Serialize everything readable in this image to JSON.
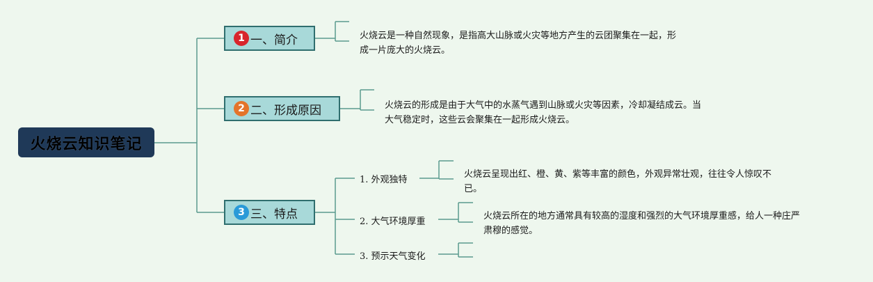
{
  "root": {
    "title": "火烧云知识笔记"
  },
  "branches": [
    {
      "number": "1",
      "label": "一、简介",
      "color": "#d8252c",
      "description": [
        "火烧云是一种自然现象，是指高大山脉或火灾等地方产生的云团聚集在一起，形",
        "成一片庞大的火烧云。"
      ]
    },
    {
      "number": "2",
      "label": "二、形成原因",
      "color": "#e4742a",
      "description": [
        "火烧云的形成是由于大气中的水蒸气遇到山脉或火灾等因素，冷却凝结成云。当",
        "大气稳定时，这些云会聚集在一起形成火烧云。"
      ]
    },
    {
      "number": "3",
      "label": "三、特点",
      "color": "#2a9ad8",
      "subtopics": [
        {
          "label": "1. 外观独特",
          "description": [
            "火烧云呈现出红、橙、黄、紫等丰富的颜色，外观异常壮观，往往令人惊叹不",
            "已。"
          ]
        },
        {
          "label": "2. 大气环境厚重",
          "description": [
            "火烧云所在的地方通常具有较高的湿度和强烈的大气环境厚重感，给人一种庄严",
            "肃穆的感觉。"
          ]
        },
        {
          "label": "3. 预示天气变化",
          "description": []
        }
      ]
    }
  ],
  "colors": {
    "background": "#eef7ee",
    "root_fill": "#1f3958",
    "branch_fill": "#a8d9d9",
    "branch_border": "#2f6e6e",
    "connector": "#5a9a8e"
  }
}
